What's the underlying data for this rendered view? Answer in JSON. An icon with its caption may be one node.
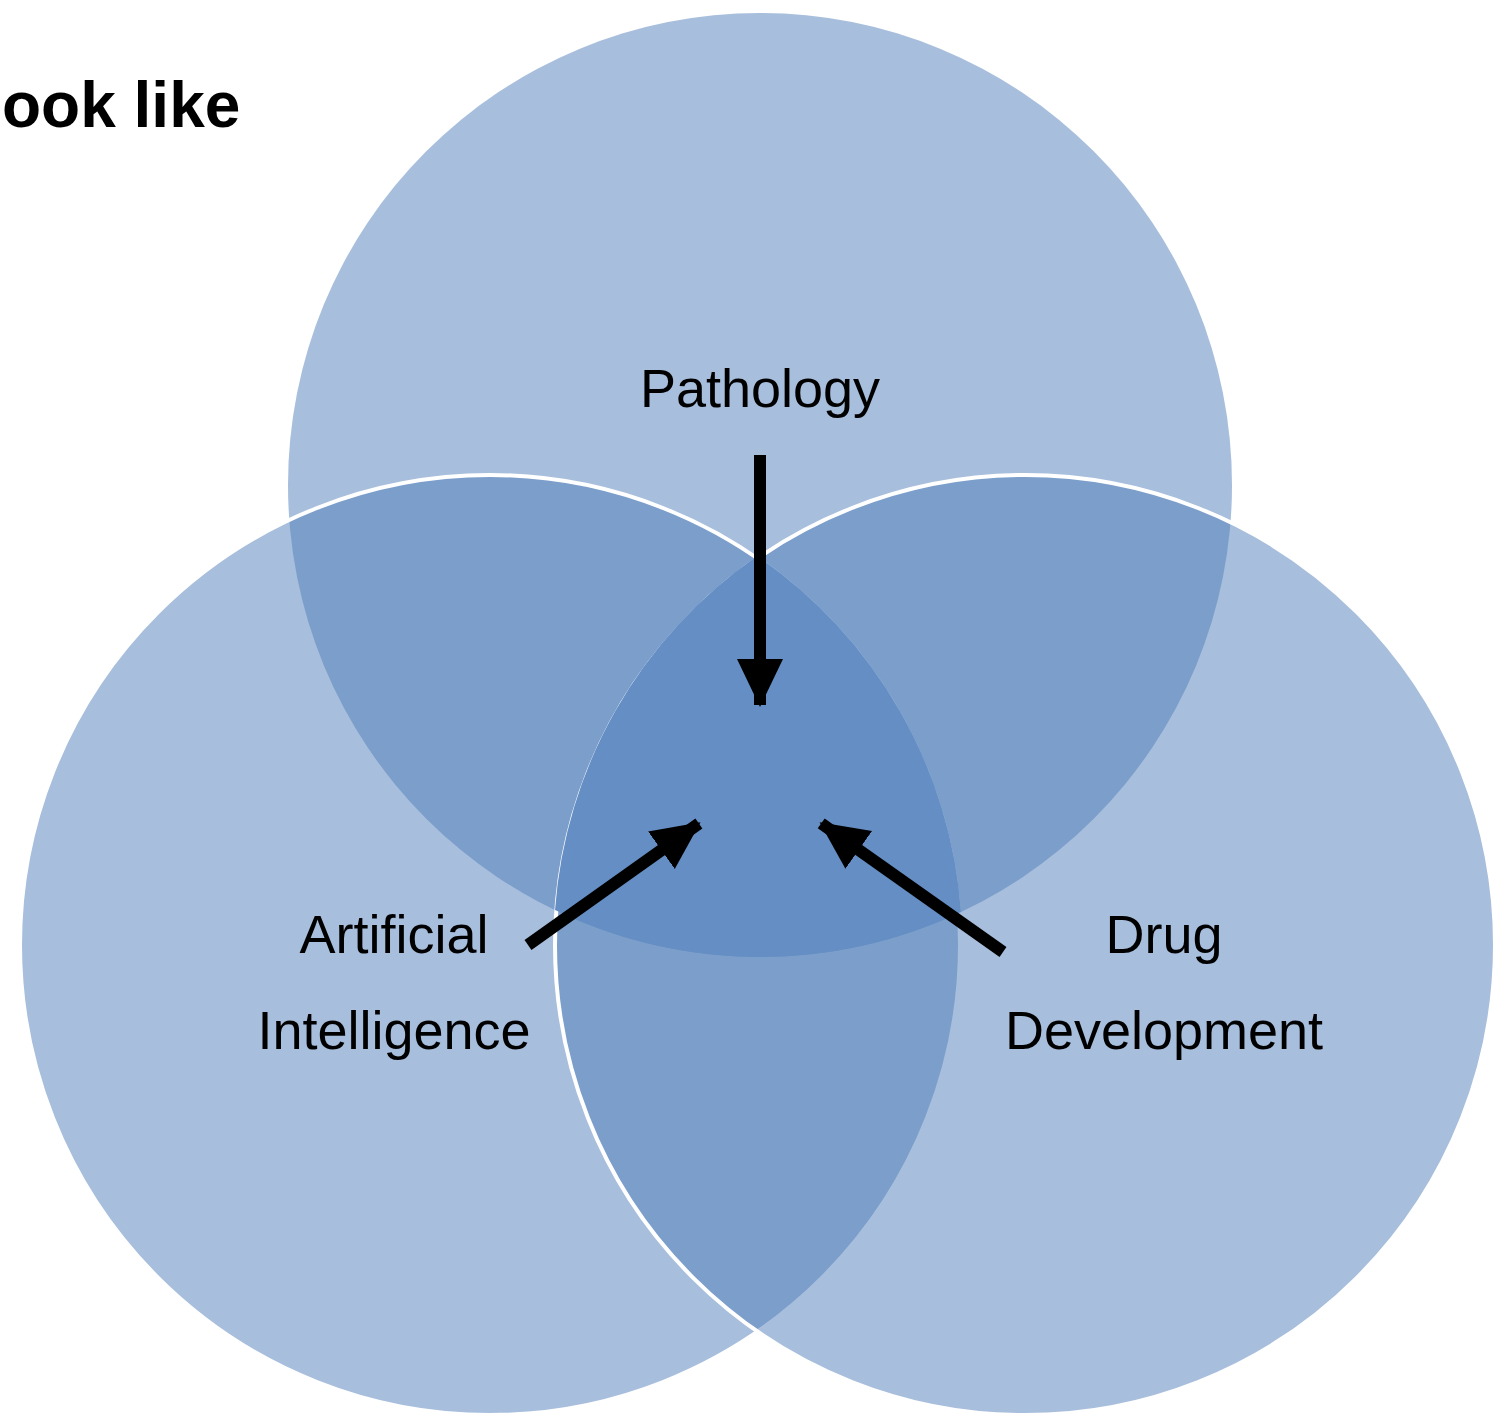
{
  "diagram": {
    "nodes": [
      {
        "text": [],
        "shape": "circle"
      },
      {
        "text": [
          "Pathology"
        ],
        "in": 0
      },
      {
        "text": [],
        "shape": "circle"
      },
      {
        "text": [
          "Artificial Intelligence"
        ],
        "in": 2
      },
      {
        "text": [],
        "shape": "circle"
      },
      {
        "text": [
          "Drug Development"
        ],
        "in": 4
      },
      {
        "text": [],
        "shape": "triangle"
      }
    ],
    "edges": [
      {
        "from": 1,
        "to": 6,
        "arrow": "to"
      },
      {
        "from": 3,
        "to": 6,
        "arrow": "to"
      },
      {
        "from": 5,
        "to": 6,
        "arrow": "to"
      }
    ],
    "labels": [
      "ook like"
    ]
  }
}
